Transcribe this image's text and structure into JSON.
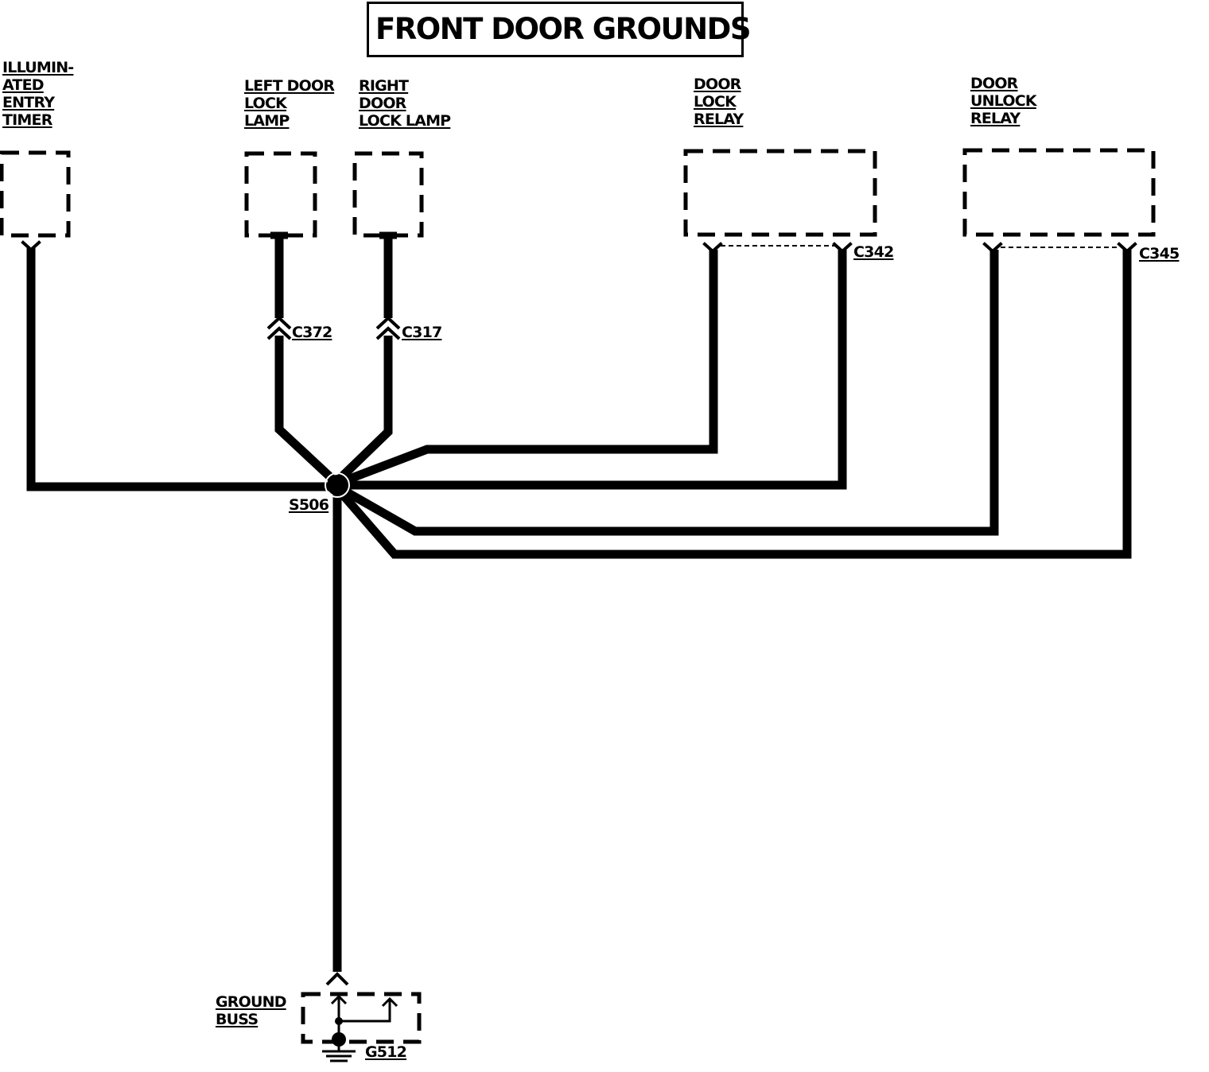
{
  "title": "FRONT DOOR GROUNDS",
  "components": {
    "illuminated_entry_timer": {
      "lines": [
        "ILLUMIN-",
        "ATED",
        "ENTRY",
        "TIMER"
      ]
    },
    "left_door_lock_lamp": {
      "lines": [
        "LEFT DOOR",
        "LOCK",
        "LAMP"
      ]
    },
    "right_door_lock_lamp": {
      "lines": [
        "RIGHT",
        "DOOR",
        "LOCK LAMP"
      ]
    },
    "door_lock_relay": {
      "lines": [
        "DOOR",
        "LOCK",
        "RELAY"
      ]
    },
    "door_unlock_relay": {
      "lines": [
        "DOOR",
        "UNLOCK",
        "RELAY"
      ]
    },
    "ground_buss": {
      "lines": [
        "GROUND",
        "BUSS"
      ]
    }
  },
  "connectors": {
    "c372": "C372",
    "c317": "C317",
    "c342": "C342",
    "c345": "C345"
  },
  "splice": "S506",
  "ground": "G512"
}
